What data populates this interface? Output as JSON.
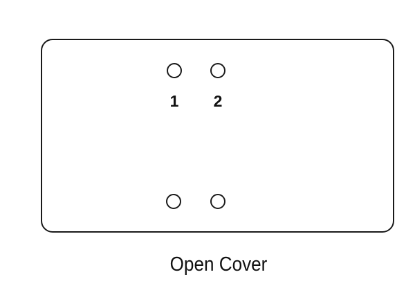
{
  "diagram": {
    "caption": "Open Cover",
    "hole_labels": [
      "1",
      "2"
    ],
    "line_color": "#1a1a1a",
    "background_color": "#ffffff"
  }
}
